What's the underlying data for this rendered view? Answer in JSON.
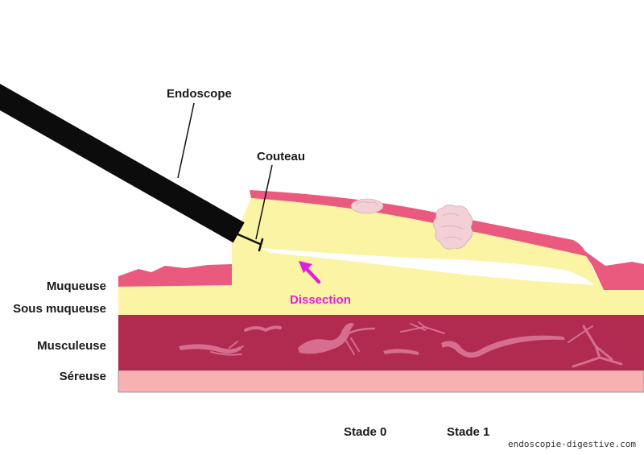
{
  "labels": {
    "endoscope": "Endoscope",
    "couteau": "Couteau",
    "dissection": "Dissection",
    "muqueuse": "Muqueuse",
    "sous_muqueuse": "Sous muqueuse",
    "musculeuse": "Musculeuse",
    "sereuse": "Séreuse",
    "stade0": "Stade 0",
    "stade1": "Stade 1",
    "credit": "endoscopie-digestive.com"
  },
  "colors": {
    "mucosa": "#ea5a7e",
    "submucosa": "#fbf4a4",
    "muscularis": "#b12a4f",
    "muscle_fibers": "#d56e8f",
    "serosa": "#f8b1b1",
    "dissection_cleft": "#ffffff",
    "arrow": "#e11ed8",
    "endoscope": "#2a2a2a",
    "lesion": "#f3cfd6"
  },
  "icons": {
    "arrow": "dissection-arrow-icon",
    "knife": "knife-icon"
  }
}
